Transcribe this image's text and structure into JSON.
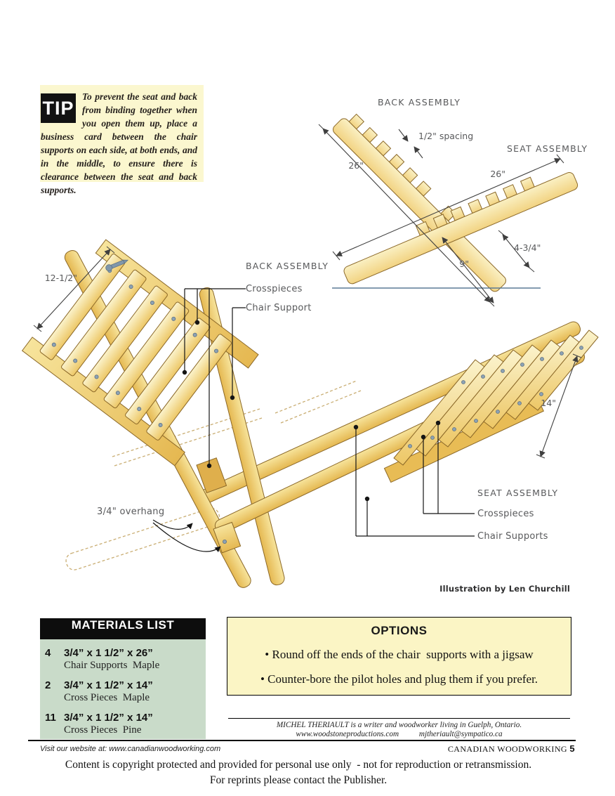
{
  "tip": {
    "label": "TIP",
    "text": "To prevent the seat and back from binding together when you open them up, place a business card between the chair supports on each side, at both ends, and in the middle, to ensure there is clearance between the seat and back supports."
  },
  "diagram": {
    "back_assembly": "BACK ASSEMBLY",
    "seat_assembly": "SEAT ASSEMBLY",
    "spacing": "1/2\" spacing",
    "back_length": "26\"",
    "seat_length": "26\"",
    "offset_9": "9\"",
    "overlap_475": "4-3/4\""
  },
  "illustration": {
    "dim_back": "12-1/2\"",
    "back_assembly": "BACK ASSEMBLY",
    "back_crosspieces": "Crosspieces",
    "back_chair_support": "Chair Support",
    "dim_seat": "14\"",
    "seat_assembly": "SEAT ASSEMBLY",
    "seat_crosspieces": "Crosspieces",
    "seat_chair_supports": "Chair Supports",
    "overhang": "3/4\" overhang",
    "credit": "Illustration by Len Churchill"
  },
  "materials": {
    "title": "MATERIALS LIST",
    "items": [
      {
        "qty": "4",
        "dims": "3/4” x 1 1/2” x 26”",
        "desc": "Chair Supports  Maple"
      },
      {
        "qty": "2",
        "dims": "3/4” x 1 1/2” x 14”",
        "desc": "Cross Pieces  Maple"
      },
      {
        "qty": "11",
        "dims": "3/4” x 1 1/2” x 14”",
        "desc": "Cross Pieces  Pine"
      }
    ]
  },
  "options": {
    "title": "OPTIONS",
    "bullets": [
      "• Round off the ends of the chair  supports with a jigsaw",
      "• Counter-bore the pilot holes and plug them if you prefer."
    ]
  },
  "footer": {
    "author_line1": "MICHEL THERIAULT is a writer and woodworker living in Guelph, Ontario.",
    "author_site": "www.woodstoneproductions.com",
    "author_email": "mjtheriault@sympatico.ca",
    "website": "Visit our website at: www.canadianwoodworking.com",
    "magazine": "CANADIAN WOODWORKING",
    "page_number": "5",
    "copyright1": "Content is copyright protected and provided for personal use only  - not for reproduction or retransmission.",
    "copyright2": "For reprints please contact the Publisher."
  },
  "colors": {
    "wood_light": "#FBF3CC",
    "wood_dark": "#EDC766",
    "wood_support": "#E5B851",
    "outline_brown": "#8B6828",
    "label_gray": "#58595B",
    "tip_bg": "#FBF7CF",
    "options_bg": "#FBF5C5",
    "materials_bg": "#C9DBC9",
    "screw": "#8DA2B4",
    "ground_line": "#5B7A95"
  }
}
